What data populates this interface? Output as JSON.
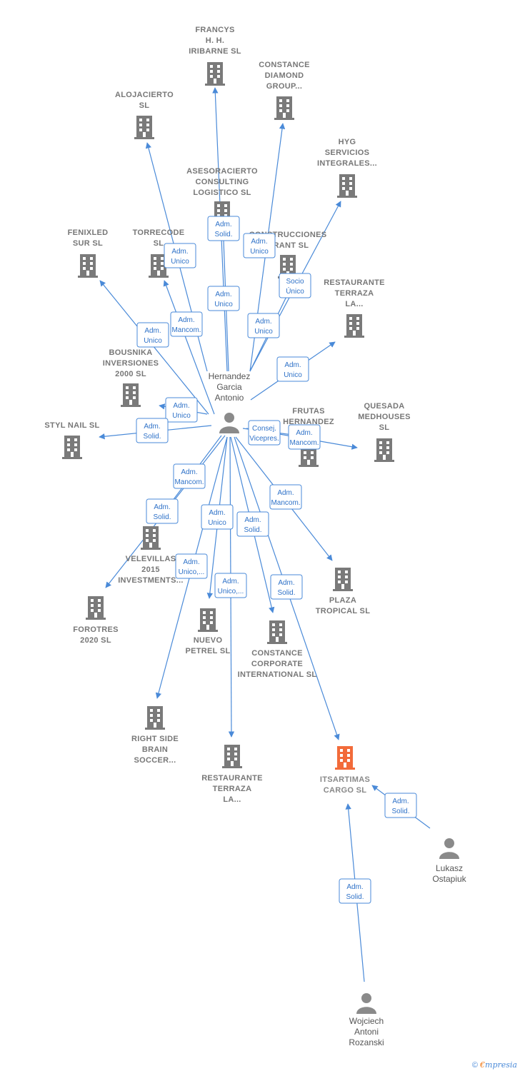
{
  "colors": {
    "edge": "#4a8ad8",
    "company": "#7a7a7a",
    "focus_company": "#f26b3a",
    "person": "#8a8a8a"
  },
  "companies": [
    {
      "key": "francys",
      "lines": [
        "FRANCYS",
        "H. H.",
        "IRIBARNE SL"
      ],
      "focus": false
    },
    {
      "key": "constance-diamond",
      "lines": [
        "CONSTANCE",
        "DIAMOND",
        "GROUP..."
      ],
      "focus": false
    },
    {
      "key": "alojacierto",
      "lines": [
        "ALOJACIERTO",
        "SL"
      ],
      "focus": false
    },
    {
      "key": "hyg",
      "lines": [
        "HYG",
        "SERVICIOS",
        "INTEGRALES..."
      ],
      "focus": false
    },
    {
      "key": "asesoracierto",
      "lines": [
        "ASESORACIERTO",
        "CONSULTING",
        "LOGISTICO  SL"
      ],
      "focus": false
    },
    {
      "key": "fenixled",
      "lines": [
        "FENIXLED",
        "SUR SL"
      ],
      "focus": false
    },
    {
      "key": "torrecode",
      "lines": [
        "TORRECODE",
        "SL"
      ],
      "focus": false
    },
    {
      "key": "construcciones",
      "lines": [
        "CONSTRUCCIONES",
        "GRANT SL"
      ],
      "focus": false
    },
    {
      "key": "restaurante-terraza-1",
      "lines": [
        "RESTAURANTE",
        "TERRAZA",
        "LA..."
      ],
      "focus": false
    },
    {
      "key": "bousnika",
      "lines": [
        "BOUSNIKA",
        "INVERSIONES",
        "2000  SL"
      ],
      "focus": false
    },
    {
      "key": "styl-nail",
      "lines": [
        "STYL NAIL SL"
      ],
      "focus": false
    },
    {
      "key": "frutas",
      "lines": [
        "FRUTAS",
        "HERNANDEZ",
        "SAL"
      ],
      "focus": false
    },
    {
      "key": "quesada",
      "lines": [
        "QUESADA",
        "MEDHOUSES",
        "SL"
      ],
      "focus": false
    },
    {
      "key": "velevillas",
      "lines": [
        "VELEVILLAS",
        "2015",
        "INVESTMENTS..."
      ],
      "focus": false
    },
    {
      "key": "plaza-tropical",
      "lines": [
        "PLAZA",
        "TROPICAL SL"
      ],
      "focus": false
    },
    {
      "key": "forotres",
      "lines": [
        "FOROTRES",
        "2020  SL"
      ],
      "focus": false
    },
    {
      "key": "nuevo-petrel",
      "lines": [
        "NUEVO",
        "PETREL SL"
      ],
      "focus": false
    },
    {
      "key": "constance-corporate",
      "lines": [
        "CONSTANCE",
        "CORPORATE",
        "INTERNATIONAL SL"
      ],
      "focus": false
    },
    {
      "key": "right-side",
      "lines": [
        "RIGHT SIDE",
        "BRAIN",
        "SOCCER..."
      ],
      "focus": false
    },
    {
      "key": "restaurante-terraza-2",
      "lines": [
        "RESTAURANTE",
        "TERRAZA",
        "LA..."
      ],
      "focus": false
    },
    {
      "key": "itsartimas",
      "lines": [
        "ITSARTIMAS",
        "CARGO  SL"
      ],
      "focus": true
    }
  ],
  "persons": [
    {
      "key": "hernandez",
      "lines": [
        "Hernandez",
        "Garcia",
        "Antonio"
      ]
    },
    {
      "key": "lukasz",
      "lines": [
        "Lukasz",
        "Ostapiuk"
      ]
    },
    {
      "key": "wojciech",
      "lines": [
        "Wojciech",
        "Antoni",
        "Rozanski"
      ]
    }
  ],
  "relations": [
    {
      "to": "francys",
      "label": [
        "Adm.",
        "Solid."
      ]
    },
    {
      "to": "constance-diamond",
      "label": [
        "Adm.",
        "Unico"
      ]
    },
    {
      "to": "alojacierto",
      "label": [
        "Adm.",
        "Unico"
      ]
    },
    {
      "to": "hyg",
      "label": [
        "Socio",
        "Único"
      ]
    },
    {
      "to": "asesoracierto",
      "label": [
        "Adm.",
        "Unico"
      ]
    },
    {
      "to": "fenixled",
      "label": [
        "Adm.",
        "Unico"
      ]
    },
    {
      "to": "torrecode",
      "label": [
        "Adm.",
        "Mancom."
      ]
    },
    {
      "to": "construcciones",
      "label": [
        "Adm.",
        "Unico"
      ]
    },
    {
      "to": "restaurante-terraza-1",
      "label": [
        "Adm.",
        "Unico"
      ]
    },
    {
      "to": "bousnika",
      "label": [
        "Adm.",
        "Unico"
      ]
    },
    {
      "to": "styl-nail",
      "label": [
        "Adm.",
        "Solid."
      ]
    },
    {
      "to": "frutas",
      "label": [
        "Consej.",
        "Vicepres."
      ]
    },
    {
      "to": "quesada",
      "label": [
        "Adm.",
        "Mancom."
      ]
    },
    {
      "to": "velevillas",
      "label": [
        "Adm.",
        "Mancom."
      ]
    },
    {
      "to": "plaza-tropical",
      "label": [
        "Adm.",
        "Solid."
      ]
    },
    {
      "to": "forotres",
      "label": [
        "Adm.",
        "Mancom."
      ]
    },
    {
      "to": "nuevo-petrel",
      "label": [
        "Adm.",
        "Unico"
      ]
    },
    {
      "to": "constance-corporate",
      "label": [
        "Adm.",
        "Solid."
      ]
    },
    {
      "to": "right-side",
      "label": [
        "Adm.",
        "Unico,..."
      ]
    },
    {
      "to": "restaurante-terraza-2",
      "label": [
        "Adm.",
        "Unico,..."
      ]
    },
    {
      "to": "itsartimas",
      "label": [
        "Adm.",
        "Solid."
      ]
    },
    {
      "to": "itsartimas",
      "from": "lukasz",
      "label": [
        "Adm.",
        "Solid."
      ]
    },
    {
      "to": "itsartimas",
      "from": "wojciech",
      "label": [
        "Adm.",
        "Solid."
      ]
    }
  ],
  "footer": {
    "copyright": "©",
    "brand_initial": "€",
    "brand_rest": "mpresia"
  }
}
